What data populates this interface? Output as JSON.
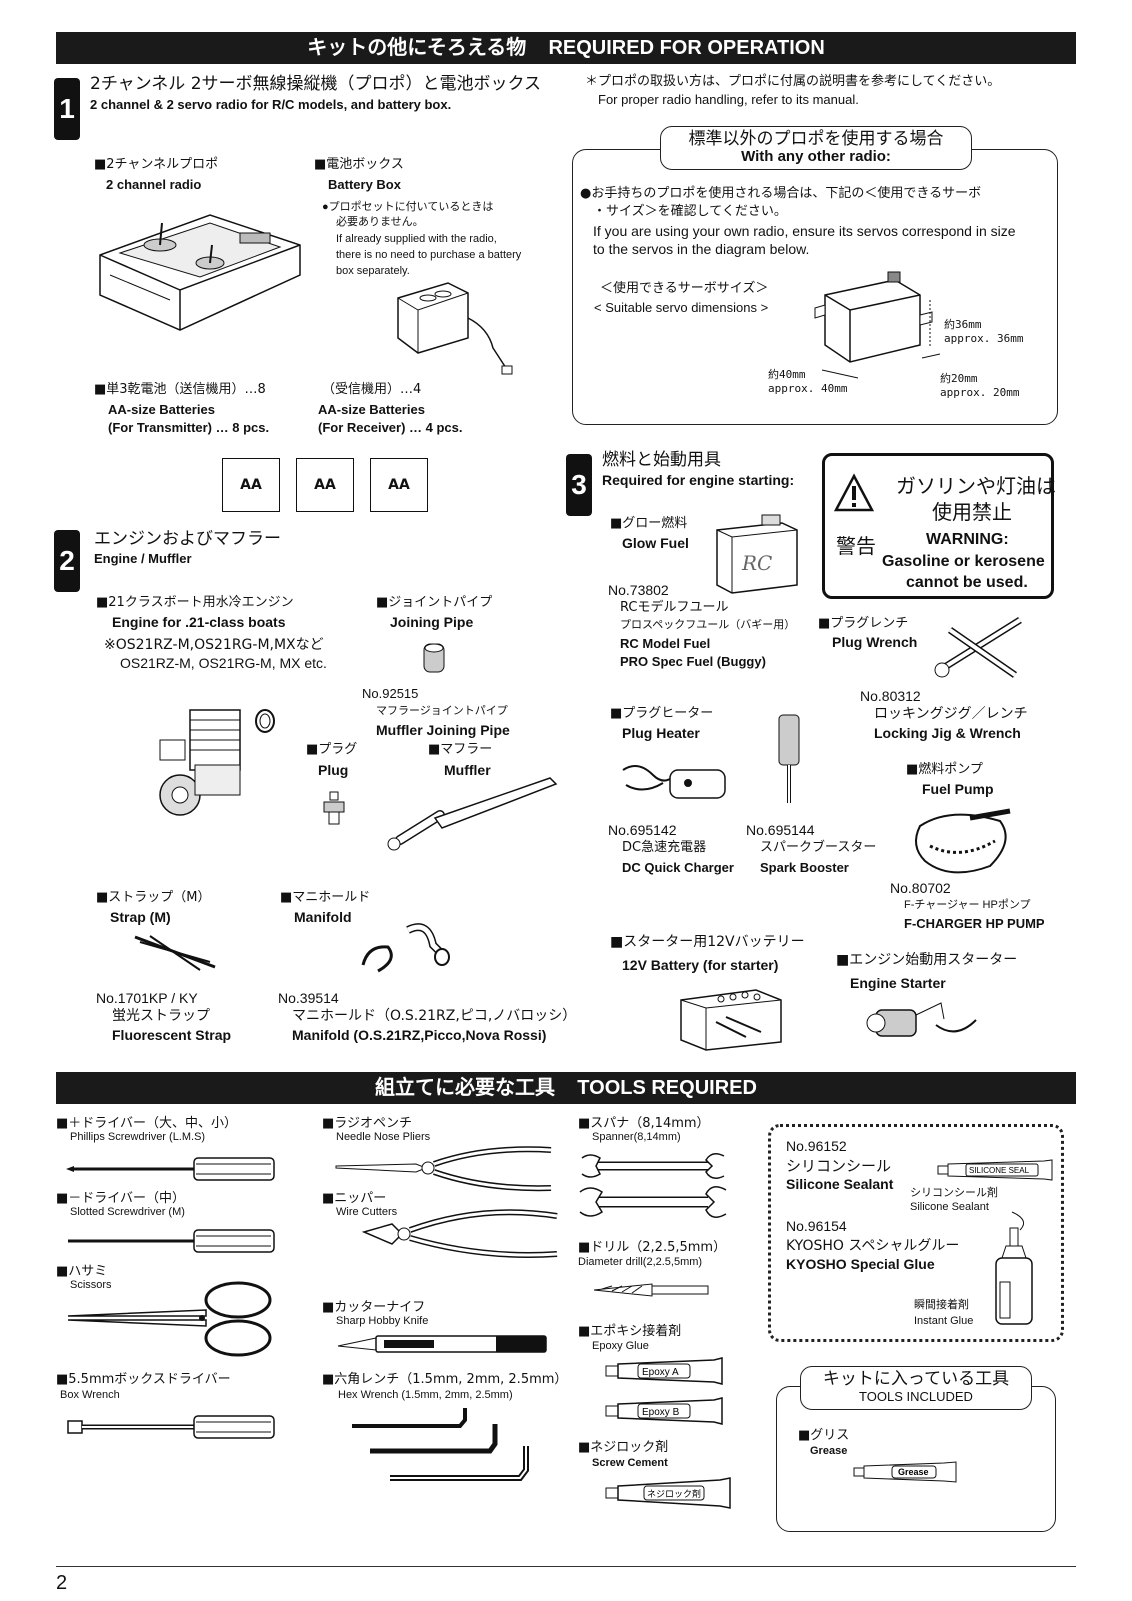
{
  "header1": {
    "jp": "キットの他にそろえる物",
    "en": "REQUIRED FOR OPERATION"
  },
  "sec1": {
    "num": "1",
    "jp": "2チャンネル 2サーボ無線操縦機（プロポ）と電池ボックス",
    "en": "2 channel & 2 servo radio for R/C models, and battery box.",
    "note_jp": "＊プロポの取扱い方は、プロポに付属の説明書を参考にしてください。",
    "note_en": "For proper radio handling, refer to its manual.",
    "radio_jp": "■2チャンネルプロポ",
    "radio_en": "2 channel radio",
    "battbox_jp": "■電池ボックス",
    "battbox_en": "Battery Box",
    "battbox_note_jp1": "●プロポセットに付いているときは",
    "battbox_note_jp2": "必要ありません。",
    "battbox_note_en1": "If already supplied with the radio,",
    "battbox_note_en2": "there is no need to purchase a battery",
    "battbox_note_en3": "box separately.",
    "aa_tx_jp": "■単3乾電池（送信機用）…8",
    "aa_rx_jp": "（受信機用）…4",
    "aa_tx_en1": "AA-size Batteries",
    "aa_tx_en2": "(For Transmitter) … 8 pcs.",
    "aa_rx_en1": "AA-size Batteries",
    "aa_rx_en2": "(For Receiver) … 4 pcs.",
    "aa_label": "AA"
  },
  "other_radio": {
    "tab_jp": "標準以外のプロポを使用する場合",
    "tab_en": "With any other radio:",
    "text_jp1": "●お手持ちのプロポを使用される場合は、下記の＜使用できるサーボ",
    "text_jp2": "・サイズ＞を確認してください。",
    "text_en1": "If you are using your own radio, ensure its servos correspond in size",
    "text_en2": "to the servos in the diagram below.",
    "servo_jp": "＜使用できるサーボサイズ＞",
    "servo_en": "< Suitable servo dimensions >",
    "dim36_jp": "約36mm",
    "dim36_en": "approx. 36mm",
    "dim40_jp": "約40mm",
    "dim40_en": "approx. 40mm",
    "dim20_jp": "約20mm",
    "dim20_en": "approx. 20mm"
  },
  "sec2": {
    "num": "2",
    "jp": "エンジンおよびマフラー",
    "en": "Engine / Muffler",
    "engine_jp": "■21クラスボート用水冷エンジン",
    "engine_en": "Engine for .21-class boats",
    "engine_note_jp": "※OS21RZ-M,OS21RG-M,MXなど",
    "engine_note_en": "OS21RZ-M, OS21RG-M, MX etc.",
    "joint_jp": "■ジョイントパイプ",
    "joint_en": "Joining Pipe",
    "mjp_no": "No.92515",
    "mjp_jp": "マフラージョイントパイプ",
    "mjp_en": "Muffler Joining Pipe",
    "plug_jp": "■プラグ",
    "plug_en": "Plug",
    "muffler_jp": "■マフラー",
    "muffler_en": "Muffler",
    "strap_jp": "■ストラップ（M）",
    "strap_en": "Strap (M)",
    "strap_no": "No.1701KP / KY",
    "strap2_jp": "蛍光ストラップ",
    "strap2_en": "Fluorescent Strap",
    "manifold_jp": "■マニホールド",
    "manifold_en": "Manifold",
    "manifold_no": "No.39514",
    "manifold2_jp": "マニホールド（O.S.21RZ,ピコ,ノバロッシ）",
    "manifold2_en": "Manifold (O.S.21RZ,Picco,Nova Rossi)"
  },
  "sec3": {
    "num": "3",
    "jp": "燃料と始動用具",
    "en": "Required for engine starting:",
    "glow_jp": "■グロー燃料",
    "glow_en": "Glow Fuel",
    "can_label": "RC",
    "fuel_no": "No.73802",
    "fuel_jp1": "RCモデルフユール",
    "fuel_jp2": "プロスペックフユール（バギー用）",
    "fuel_en1": "RC Model Fuel",
    "fuel_en2": "PRO Spec Fuel (Buggy)",
    "wrench_jp": "■プラグレンチ",
    "wrench_en": "Plug Wrench",
    "jig_no": "No.80312",
    "jig_jp": "ロッキングジグ／レンチ",
    "jig_en": "Locking Jig & Wrench",
    "heater_jp": "■プラグヒーター",
    "heater_en": "Plug Heater",
    "dc_no": "No.695142",
    "dc_jp": "DC急速充電器",
    "dc_en": "DC Quick Charger",
    "spark_no": "No.695144",
    "spark_jp": "スパークブースター",
    "spark_en": "Spark Booster",
    "pump_jp": "■燃料ポンプ",
    "pump_en": "Fuel Pump",
    "hp_no": "No.80702",
    "hp_jp": "F-チャージャー HPポンプ",
    "hp_en": "F-CHARGER HP PUMP",
    "batt12_jp": "■スターター用12Vバッテリー",
    "batt12_en": "12V Battery (for starter)",
    "starter_jp": "■エンジン始動用スターター",
    "starter_en": "Engine Starter"
  },
  "warning": {
    "jp1": "ガソリンや灯油は",
    "jp2": "使用禁止",
    "label_jp": "警告",
    "en1": "WARNING:",
    "en2": "Gasoline or kerosene",
    "en3": "cannot be used."
  },
  "header2": {
    "jp": "組立てに必要な工具",
    "en": "TOOLS REQUIRED"
  },
  "tools": {
    "phillips_jp": "■＋ドライバー（大、中、小）",
    "phillips_en": "Phillips Screwdriver (L.M.S)",
    "slotted_jp": "■－ドライバー（中）",
    "slotted_en": "Slotted Screwdriver (M)",
    "scissors_jp": "■ハサミ",
    "scissors_en": "Scissors",
    "box_jp": "■5.5mmボックスドライバー",
    "box_en": "Box Wrench",
    "pliers_jp": "■ラジオペンチ",
    "pliers_en": "Needle Nose Pliers",
    "nipper_jp": "■ニッパー",
    "nipper_en": "Wire Cutters",
    "knife_jp": "■カッターナイフ",
    "knife_en": "Sharp Hobby Knife",
    "hex_jp": "■六角レンチ（1.5mm, 2mm, 2.5mm）",
    "hex_en": "Hex Wrench (1.5mm, 2mm, 2.5mm)",
    "spanner_jp": "■スパナ（8,14mm）",
    "spanner_en": "Spanner(8,14mm)",
    "drill_jp": "■ドリル（2,2.5,5mm）",
    "drill_en": "Diameter drill(2,2.5,5mm)",
    "epoxy_jp": "■エポキシ接着剤",
    "epoxy_en": "Epoxy Glue",
    "epoxy_a": "Epoxy A",
    "epoxy_b": "Epoxy B",
    "screw_jp": "■ネジロック剤",
    "screw_en": "Screw Cement",
    "screw_tube": "ネジロック剤"
  },
  "dotted": {
    "no1": "No.96152",
    "sil_jp": "シリコンシール",
    "sil_en": "Silicone Sealant",
    "sil_tube": "SILICONE SEAL",
    "sil_jp2": "シリコンシール剤",
    "sil_en2": "Silicone Sealant",
    "no2": "No.96154",
    "glue_jp": "KYOSHO スペシャルグルー",
    "glue_en": "KYOSHO Special Glue",
    "instant_jp": "瞬間接着剤",
    "instant_en": "Instant Glue"
  },
  "included": {
    "tab_jp": "キットに入っている工具",
    "tab_en": "TOOLS INCLUDED",
    "grease_jp": "■グリス",
    "grease_en": "Grease",
    "grease_tube": "Grease"
  },
  "page_number": "2"
}
